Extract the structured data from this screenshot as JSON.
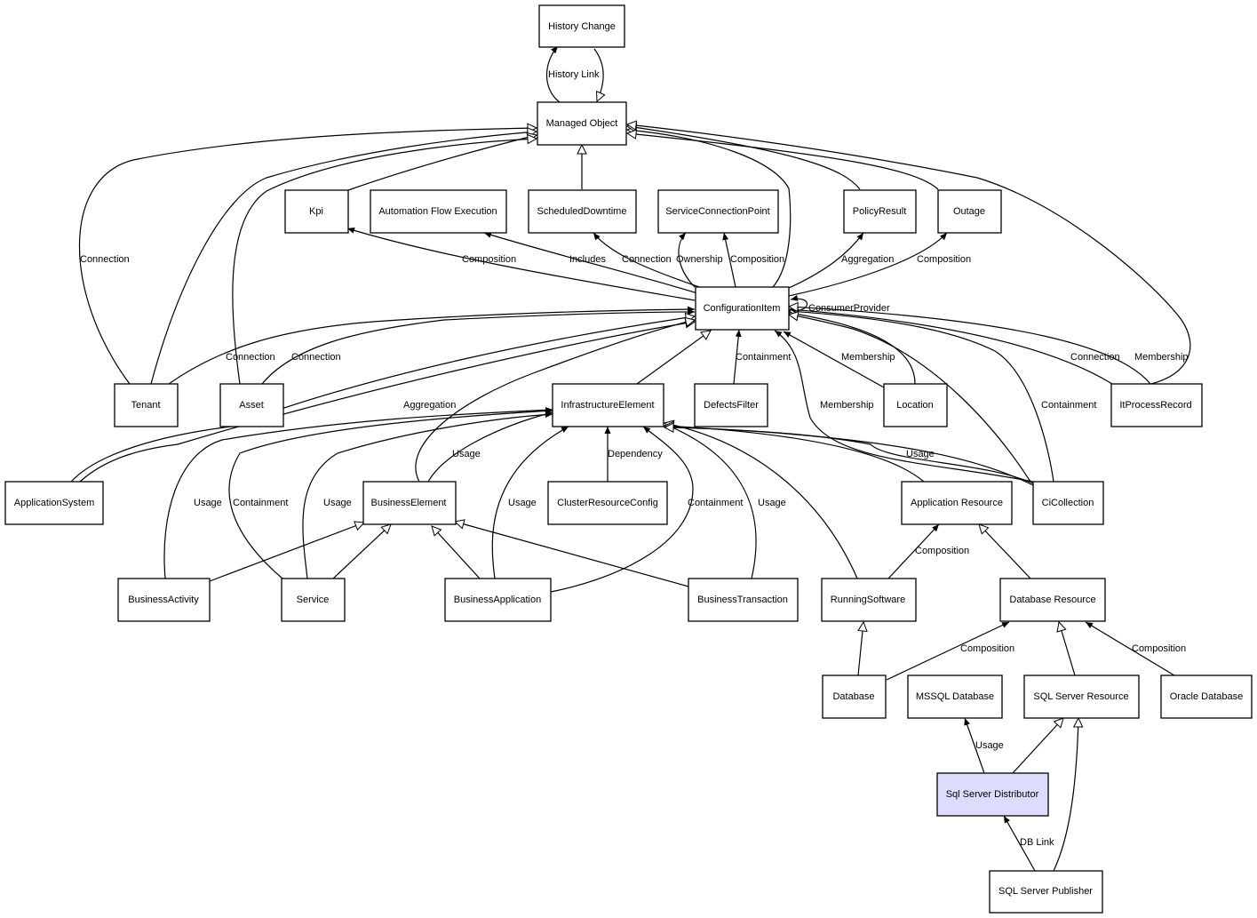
{
  "nodes": {
    "history_change": "History Change",
    "managed_object": "Managed Object",
    "kpi": "Kpi",
    "automation_flow_execution": "Automation Flow Execution",
    "scheduled_downtime": "ScheduledDowntime",
    "service_connection_point": "ServiceConnectionPoint",
    "policy_result": "PolicyResult",
    "outage": "Outage",
    "configuration_item": "ConfigurationItem",
    "tenant": "Tenant",
    "asset": "Asset",
    "infrastructure_element": "InfrastructureElement",
    "defects_filter": "DefectsFilter",
    "location": "Location",
    "it_process_record": "ItProcessRecord",
    "application_system": "ApplicationSystem",
    "business_element": "BusinessElement",
    "cluster_resource_config": "ClusterResourceConfig",
    "application_resource": "Application Resource",
    "ci_collection": "CiCollection",
    "business_activity": "BusinessActivity",
    "service": "Service",
    "business_application": "BusinessApplication",
    "business_transaction": "BusinessTransaction",
    "running_software": "RunningSoftware",
    "database_resource": "Database Resource",
    "database": "Database",
    "mssql_database": "MSSQL Database",
    "sql_server_resource": "SQL Server Resource",
    "oracle_database": "Oracle Database",
    "sql_server_distributor": "Sql Server Distributor",
    "sql_server_publisher": "SQL Server Publisher"
  },
  "edge_labels": {
    "history_link": "History Link",
    "connection_tenant": "Connection",
    "composition_kpi": "Composition",
    "includes": "Includes",
    "connection_scheduled": "Connection",
    "ownership": "Ownership",
    "composition_scp": "Composition",
    "aggregation_policy": "Aggregation",
    "composition_outage": "Composition",
    "consumer_provider": "ConsumerProvider",
    "connection_tenant_ci": "Connection",
    "connection_asset_ci": "Connection",
    "containment_defects": "Containment",
    "membership_location": "Membership",
    "membership_cicollection": "Membership",
    "containment_cicollection": "Containment",
    "connection_itprocess": "Connection",
    "membership_itprocess": "Membership",
    "aggregation_appsystem": "Aggregation",
    "usage_business_element": "Usage",
    "dependency": "Dependency",
    "usage_cicollection": "Usage",
    "usage_business_activity": "Usage",
    "containment_service": "Containment",
    "usage_service": "Usage",
    "usage_business_application": "Usage",
    "containment_business_application": "Containment",
    "usage_business_transaction": "Usage",
    "composition_running_software": "Composition",
    "composition_database": "Composition",
    "composition_oracle": "Composition",
    "usage_distributor": "Usage",
    "db_link": "DB Link"
  },
  "colors": {
    "highlight_fill": "#dcdcfc",
    "node_fill": "#ffffff",
    "stroke": "#000000"
  }
}
